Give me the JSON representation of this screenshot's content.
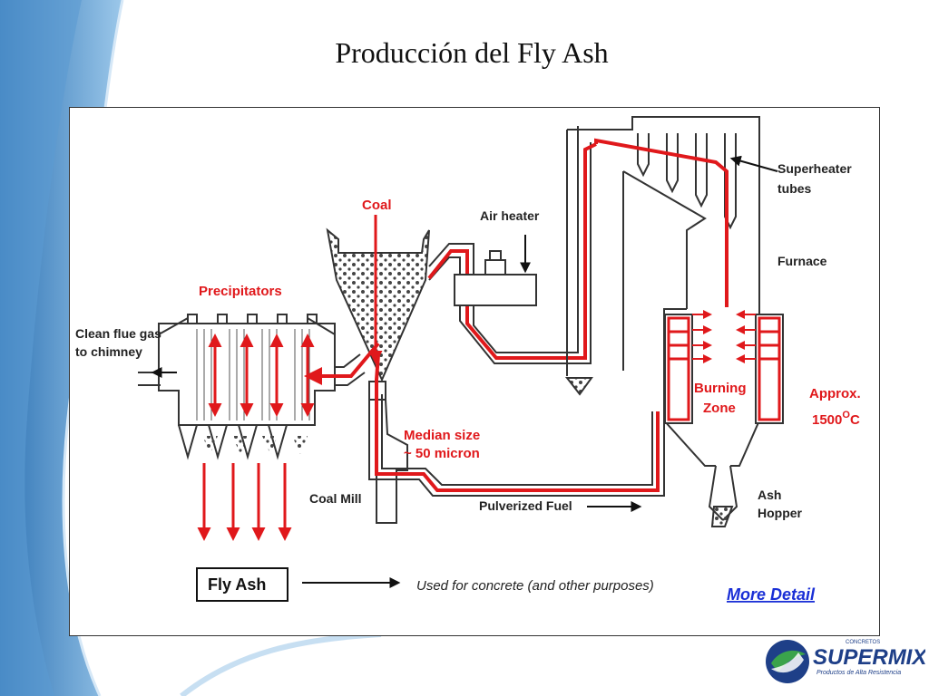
{
  "slide": {
    "title": "Producción del Fly Ash"
  },
  "diagram": {
    "labels": {
      "coal": "Coal",
      "air_heater": "Air heater",
      "superheater_line1": "Superheater",
      "superheater_line2": "tubes",
      "furnace": "Furnace",
      "precipitators": "Precipitators",
      "clean_flue_line1": "Clean flue gas",
      "clean_flue_line2": "to chimney",
      "burning_line1": "Burning",
      "burning_line2": "Zone",
      "approx_line1": "Approx.",
      "approx_line2_value": "1500",
      "approx_line2_sup": "O",
      "approx_line2_unit": "C",
      "median_line1": "Median size",
      "median_line2": "~ 50 micron",
      "coal_mill": "Coal Mill",
      "pulverized_fuel": "Pulverized Fuel",
      "ash_line1": "Ash",
      "ash_line2": "Hopper",
      "fly_ash": "Fly Ash",
      "used_for": "Used for concrete (and other purposes)",
      "more_detail": "More Detail"
    },
    "colors": {
      "flow": "#e0181b",
      "equipment": "#333333",
      "link": "#1a2fd6"
    }
  },
  "logo": {
    "small_text": "CONCRETOS",
    "brand": "SUPERMIX",
    "tagline": "Productos de Alta Resistencia"
  }
}
